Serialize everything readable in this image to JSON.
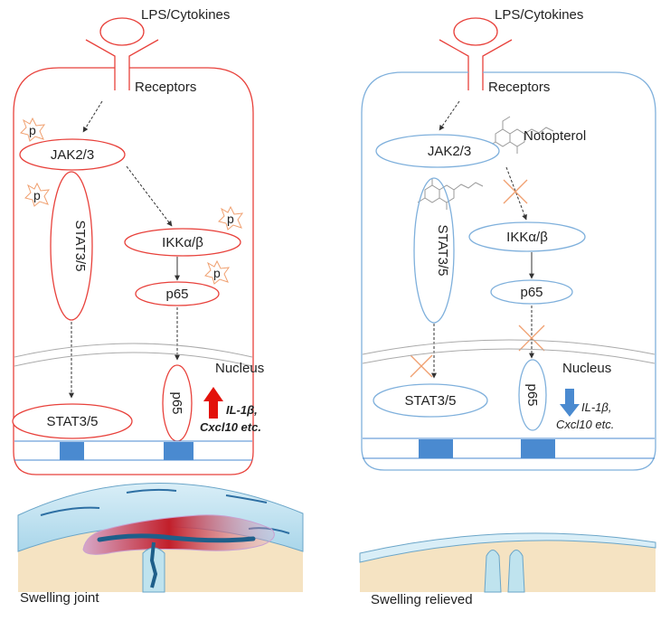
{
  "left_panel": {
    "ligand": "LPS/Cytokines",
    "receptors": "Receptors",
    "phospho_mark": "p",
    "jak": "JAK2/3",
    "stat_vertical": "STAT3/5",
    "ikk": "IKKα/β",
    "p65": "p65",
    "nucleus": "Nucleus",
    "stat_nuclear": "STAT3/5",
    "p65_nuclear": "p65",
    "genes_line1": "IL-1β,",
    "genes_line2": "Cxcl10 etc.",
    "caption": "Swelling joint",
    "colors": {
      "membrane": "#e8413b",
      "up_arrow": "#e3120b"
    }
  },
  "right_panel": {
    "ligand": "LPS/Cytokines",
    "receptors": "Receptors",
    "drug": "Notopterol",
    "jak": "JAK2/3",
    "stat_vertical": "STAT3/5",
    "ikk": "IKKα/β",
    "p65": "p65",
    "nucleus": "Nucleus",
    "stat_nuclear": "STAT3/5",
    "p65_nuclear": "p65",
    "genes_line1": "IL-1β,",
    "genes_line2": "Cxcl10 etc.",
    "caption": "Swelling relieved",
    "colors": {
      "membrane": "#7fb0dc",
      "down_arrow": "#4a8ad0"
    }
  },
  "colors": {
    "dna_box": "#4a8ad0",
    "inhibit_cross": "#f0a070",
    "phospho_star": "#f0a070"
  }
}
